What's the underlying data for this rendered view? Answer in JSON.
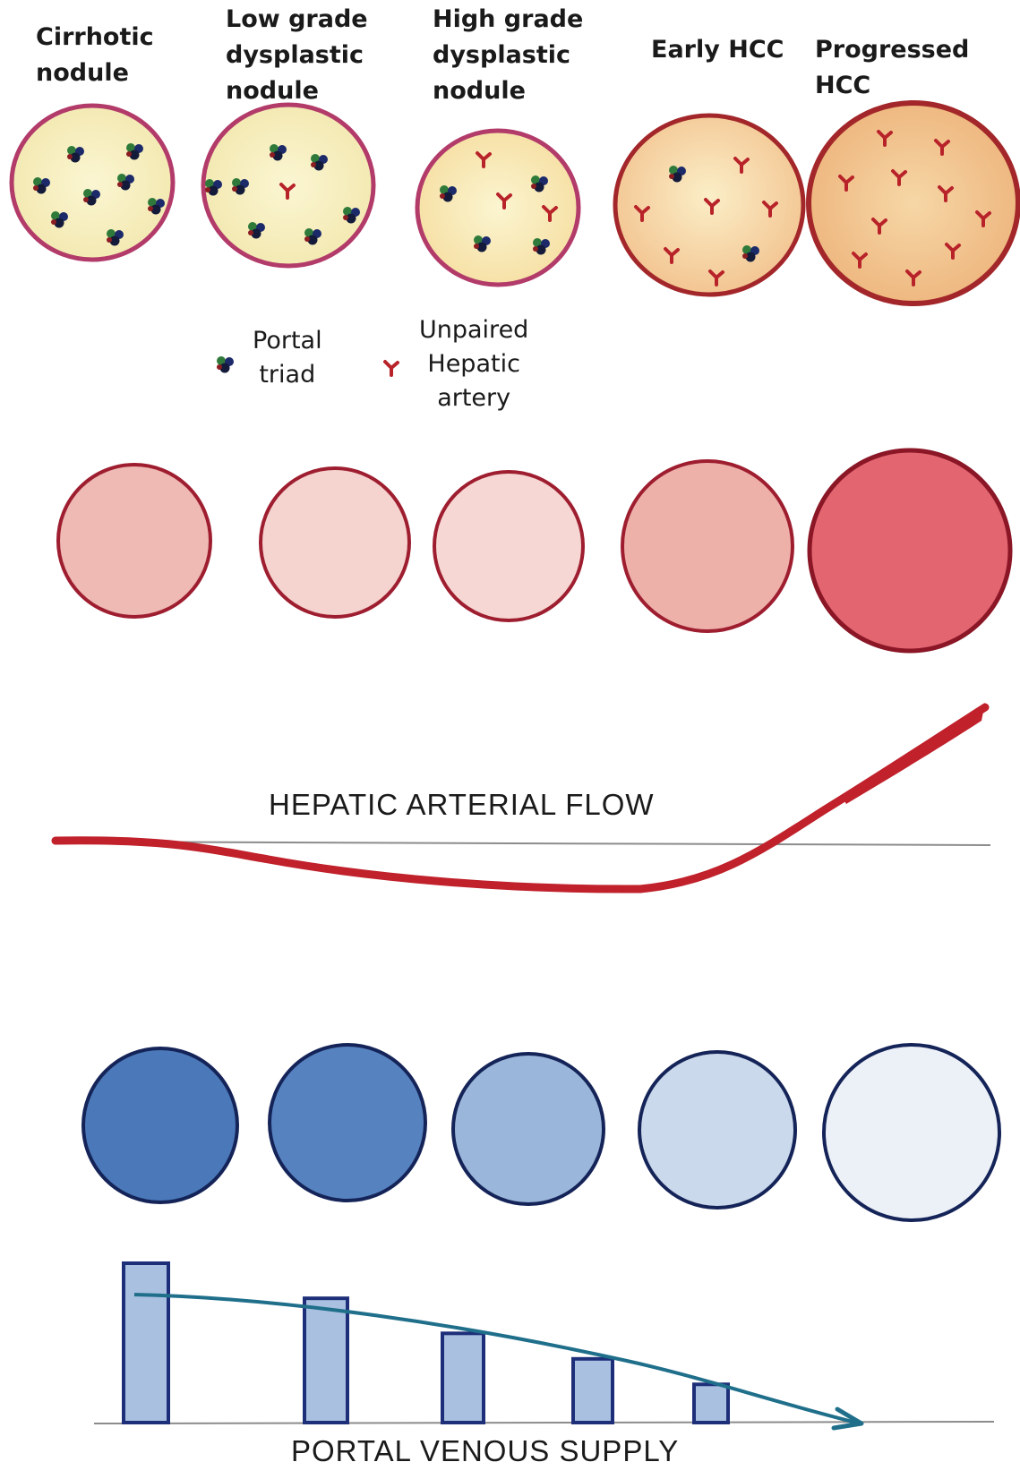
{
  "stages": [
    {
      "label": "Cirrhotic\nnodule"
    },
    {
      "label": "Low grade\ndysplastic\nnodule"
    },
    {
      "label": "High grade\ndysplastic\nnodule"
    },
    {
      "label": "Early HCC"
    },
    {
      "label": "Progressed HCC"
    }
  ],
  "legend": {
    "portal_triad": "Portal\ntriad",
    "unpaired_artery": "Unpaired\nHepatic\nartery"
  },
  "arterial": {
    "title": "HEPATIC ARTERIAL FLOW"
  },
  "portal": {
    "title": "PORTAL VENOUS SUPPLY",
    "relative_supply": [
      1.0,
      0.78,
      0.56,
      0.4,
      0.24
    ]
  },
  "colors": {
    "nodule_fill": "#f7efbf",
    "nodule_outline": "#b23b6a",
    "artery": "#c0212b",
    "portal_blue": "#3e6fb3",
    "trend_arrow": "#1f6f8b"
  }
}
